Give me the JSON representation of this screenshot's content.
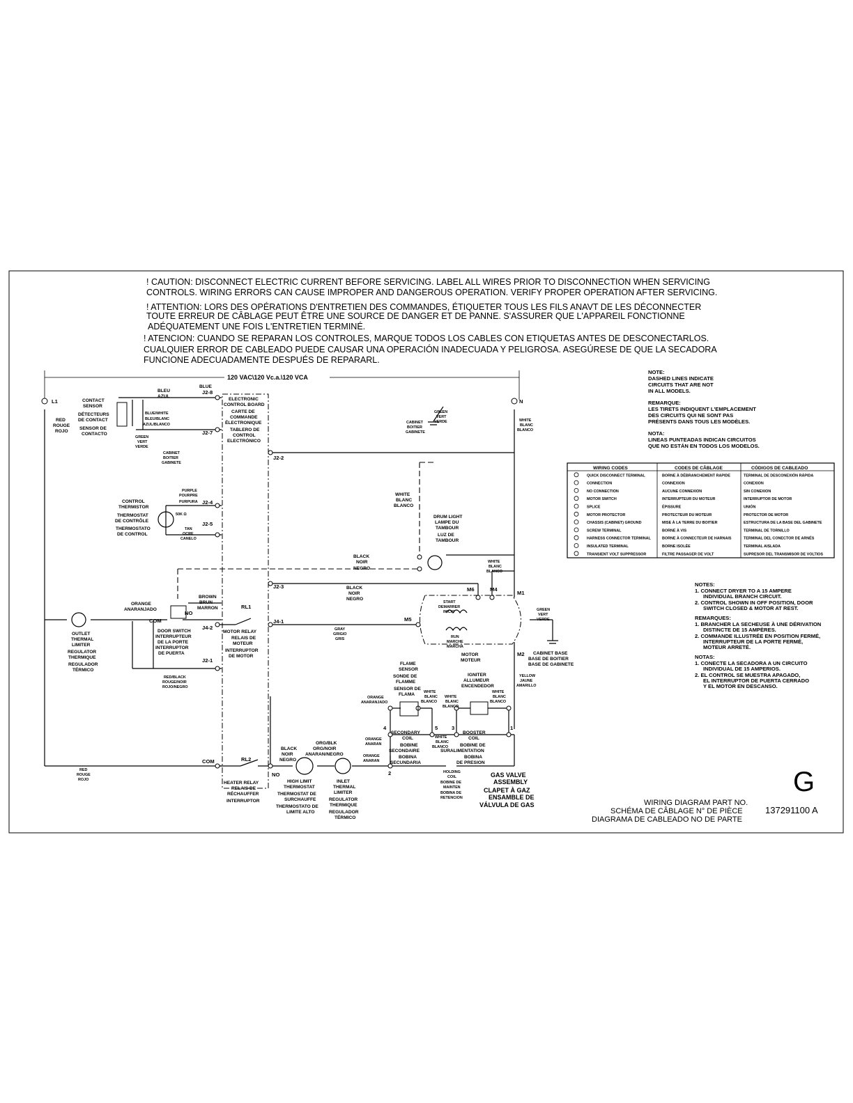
{
  "caution": {
    "en": [
      "! CAUTION: DISCONNECT ELECTRIC CURRENT BEFORE SERVICING. LABEL ALL WIRES PRIOR TO DISCONNECTION WHEN SERVICING",
      "CONTROLS. WIRING ERRORS CAN CAUSE IMPROPER AND DANGEROUS OPERATION. VERIFY PROPER OPERATION AFTER SERVICING."
    ],
    "fr": [
      "! ATTENTION: LORS DES OPÉRATIONS D'ENTRETIEN DES COMMANDES, ÉTIQUETER TOUS LES FILS ANAVT DE LES DÉCONNECTER",
      "TOUTE ERREUR DE CÂBLAGE PEUT ÊTRE UNE SOURCE DE DANGER ET DE PANNE. S'ASSURER QUE L'APPAREIL FONCTIONNE",
      "ADÉQUATEMENT UNE FOIS L'ENTRETIEN TERMINÉ."
    ],
    "es": [
      "! ATENCION: CUANDO SE REPARAN LOS CONTROLES, MARQUE TODOS LOS CABLES CON ETIQUETAS ANTES DE DESCONECTARLOS.",
      "CUALQUIER ERROR DE CABLEADO PUEDE CAUSAR UNA OPERACIÓN INADECUADA Y PELIGROSA. ASEGÚRESE DE QUE LA SECADORA",
      "FUNCIONE ADECUADAMENTE DESPUÉS DE REPARARL."
    ]
  },
  "voltage": "120 VAC\\120 Vc.a.\\120 VCA",
  "terminals": {
    "l1": "L1",
    "n": "N",
    "j2_8": "J2-8",
    "j2_7": "J2-7",
    "j2_2": "J2-2",
    "j2_4": "J2-4",
    "j2_5": "J2-5",
    "j2_3": "J2-3",
    "j4_2": "J4-2",
    "j4_1": "J4-1",
    "j2_1": "J2-1",
    "com1": "COM",
    "no1": "NO",
    "com2": "COM",
    "no2": "NO",
    "rl1": "RL1",
    "rl2": "RL2",
    "m1": "M1",
    "m2": "M2",
    "m4": "M4",
    "m5": "M5",
    "m6": "M6",
    "t1": "1",
    "t2": "2",
    "t3": "3",
    "t4": "4",
    "t5": "5"
  },
  "labels": {
    "red_l1": [
      "RED",
      "ROUGE",
      "ROJO"
    ],
    "contact_sensor": [
      "CONTACT",
      "SENSOR",
      "DÉTECTEURS",
      "DE CONTACT",
      "SENSOR DE",
      "CONTACTO"
    ],
    "bleu_azul": [
      "BLEU",
      "AZUL"
    ],
    "blue": "BLUE",
    "blue_white": [
      "BLUE/WHITE",
      "BLEU/BLANC",
      "AZUL/BLANCO"
    ],
    "green1": [
      "GREEN",
      "VERT",
      "VERDE"
    ],
    "cabinet1": [
      "CABINET",
      "BOITIER",
      "GABINETE"
    ],
    "ecb": [
      "ELECTRONIC",
      "CONTROL BOARD",
      "CARTE DE",
      "COMMANDE",
      "ÉLECTRONIQUE",
      "TABLERO DE",
      "CONTROL",
      "ELECTRÓNICO"
    ],
    "green2": [
      "GREEN",
      "VERT",
      "VERDE"
    ],
    "cabinet2": [
      "CABINET",
      "BOITIER",
      "GABINETE"
    ],
    "white_n": [
      "WHITE",
      "BLANC",
      "BLANCO"
    ],
    "purple": [
      "PURPLE",
      "POURPRE",
      "PURPURA"
    ],
    "thermistor": [
      "CONTROL",
      "THERMISTOR",
      "THERMOSTAT",
      "DE CONTRÔLE",
      "THERMOSTATO",
      "DE CONTROL"
    ],
    "ohm": "50K Ω",
    "tan": [
      "TAN",
      "OCRE",
      "CANELO"
    ],
    "white_drum": [
      "WHITE",
      "BLANC",
      "BLANCO"
    ],
    "drum_light": [
      "DRUM LIGHT",
      "LAMPE DU",
      "TAMBOUR",
      "LUZ DE",
      "TAMBOUR"
    ],
    "black_drum": [
      "BLACK",
      "NOIR",
      "NEGRO"
    ],
    "white_m4": [
      "WHITE",
      "BLANC",
      "BLANCO"
    ],
    "black_j23": [
      "BLACK",
      "NOIR",
      "NEGRO"
    ],
    "brown": [
      "BROWN",
      "BRUN",
      "MARRON"
    ],
    "orange1": [
      "ORANGE",
      "ANARANJADO"
    ],
    "door_switch": [
      "DOOR SWITCH",
      "INTERRUPTEUR",
      "DE LA PORTE",
      "INTERRUPTOR",
      "DE PUERTA"
    ],
    "outlet_limiter": [
      "OUTLET",
      "THERMAL",
      "LIMITER",
      "REGULATOR",
      "THERMIQUE",
      "REGULADOR",
      "TÉRMICO"
    ],
    "motor_relay": [
      "MOTOR RELAY",
      "RELAIS DE",
      "MOTEUR",
      "INTERRUPTOR",
      "DE MOTOR"
    ],
    "gray": [
      "GRAY",
      "GRIGIO",
      "GRIS"
    ],
    "start": [
      "START",
      "DEMARRER",
      "INICIO"
    ],
    "run": [
      "RUN",
      "MARCHE",
      "MARCHA"
    ],
    "motor": [
      "MOTOR",
      "MOTEUR"
    ],
    "green_motor": [
      "GREEN",
      "VERT",
      "VERDE"
    ],
    "cabinet_base": [
      "CABINET BASE",
      "BASE DE BOITIER",
      "BASE DE GABINETE"
    ],
    "red_black": [
      "RED/BLACK",
      "ROUGE/NOIR",
      "ROJO/NEGRO"
    ],
    "flame_sensor": [
      "FLAME",
      "SENSOR",
      "SONDE DE",
      "FLAMME",
      "SENSOR DE",
      "FLAMA"
    ],
    "igniter": [
      "IGNITER",
      "ALLUMEUR",
      "ENCENDEDOR"
    ],
    "orange_fs": [
      "ORANGE",
      "ANARANJADO"
    ],
    "white_fs": [
      "WHITE",
      "BLANC",
      "BLANCO"
    ],
    "white_ig": [
      "WHITE",
      "BLANC",
      "BLANCO"
    ],
    "white_ig2": [
      "WHITE",
      "BLANC",
      "BLANCO"
    ],
    "yellow": [
      "YELLOW",
      "JAUNE",
      "AMARILLO"
    ],
    "orange_sec": [
      "ORANGE",
      "ANARAN"
    ],
    "orange_hold": [
      "ORANGE",
      "ANARAN"
    ],
    "secondary": [
      "SECONDARY",
      "COIL",
      "BOBINE",
      "SECONDAIRE",
      "BOBINA",
      "SECUNDARIA"
    ],
    "white_booster": [
      "WHITE",
      "BLANC",
      "BLANCO"
    ],
    "booster": [
      "BOOSTER",
      "COIL",
      "BOBINE DE",
      "SURALIMENTATION",
      "BOBINA",
      "DE PRESION"
    ],
    "holding": [
      "HOLDING",
      "COIL",
      "BOBINE DE",
      "MAINTEN",
      "BOBINA DE",
      "RETENCION"
    ],
    "gas_valve": [
      "GAS VALVE",
      "ASSEMBLY",
      "CLAPET À GAZ",
      "ENSAMBLE DE",
      "VÁLVULA DE GAS"
    ],
    "red_bottom": [
      "RED",
      "ROUGE",
      "ROJO"
    ],
    "heater_relay": [
      "HEATER RELAY",
      "RELAIS DE",
      "RÉCHAUFFER",
      "INTERRUPTOR"
    ],
    "black_hr": [
      "BLACK",
      "NOIR",
      "NEGRO"
    ],
    "org_blk": [
      "ORG/BLK",
      "ORG/NOIR",
      "ANARAN/NEGRO"
    ],
    "high_limit": [
      "HIGH LIMIT",
      "THERMOSTAT",
      "THERMOSTAT DE",
      "SURCHAUFFE",
      "THERMOSTATO DE",
      "LIMITE ALTO"
    ],
    "inlet_limiter": [
      "INLET",
      "THERMAL",
      "LIMITER",
      "REGULATOR",
      "THERMIQUE",
      "REGULADOR",
      "TÉRMICO"
    ]
  },
  "dashed_note": {
    "en": [
      "NOTE:",
      "DASHED LINES INDICATE",
      "CIRCUITS THAT ARE NOT",
      "IN ALL MODELS."
    ],
    "fr": [
      "REMARQUE:",
      "LES TIRETS INDIQUENT L'EMPLACEMENT",
      "DES CIRCUITS QUI NE SONT PAS",
      "PRÉSENTS DANS TOUS LES MODÈLES."
    ],
    "es": [
      "NOTA:",
      "LINEAS PUNTEADAS INDICAN CIRCUITOS",
      "QUE NO ESTÁN EN TODOS LOS MODELOS."
    ]
  },
  "wiring_codes": {
    "headers": [
      "WIRING CODES",
      "CODES DE CÂBLAGE",
      "CÓDIGOS DE CABLEADO"
    ],
    "rows": [
      [
        "QUICK DISCONNECT TERMINAL",
        "BORNE À DÉBRANCHEMENT RAPIDE",
        "TERMINAL DE DESCONEXIÓN RÁPIDA"
      ],
      [
        "CONNECTION",
        "CONNEXION",
        "CONEXION"
      ],
      [
        "NO CONNECTION",
        "AUCUNE CONNEXION",
        "SIN CONEXION"
      ],
      [
        "MOTOR SWITCH",
        "INTERRUPTEUR DU MOTEUR",
        "INTERRUPTOR DE MOTOR"
      ],
      [
        "SPLICE",
        "ÉPISSURE",
        "UNIÓN"
      ],
      [
        "MOTOR PROTECTOR",
        "PROTECTEUR DU MOTEUR",
        "PROTECTOR DE MOTOR"
      ],
      [
        "CHASSIS (CABINET) GROUND",
        "MISE À LA TERRE DU BOITIER",
        "ESTRUCTURA DE LA BASE DEL GABINETE"
      ],
      [
        "SCREW TERMINAL",
        "BORNE À VIS",
        "TERMINAL DE TORNILLO"
      ],
      [
        "HARNESS CONNECTOR TERMINAL",
        "BORNE À CONNECTEUR DE HARNAIS",
        "TERMINAL DEL CONECTOR DE ARNÉS"
      ],
      [
        "INSULATED TERMINAL",
        "BORNE ISOLÉE",
        "TERMINAL AISLADA"
      ],
      [
        "TRANSIENT VOLT SUPPRESSOR",
        "FILTRE PASSAGER DE VOLT",
        "SUPRESOR DEL TRANSMISOR DE VOLTIOS"
      ]
    ],
    "icons": [
      "quick-disconnect-icon",
      "connection-icon",
      "no-connection-icon",
      "motor-switch-icon",
      "splice-icon",
      "motor-protector-icon",
      "chassis-ground-icon",
      "screw-terminal-icon",
      "harness-connector-icon",
      "insulated-terminal-icon",
      "transient-volt-suppressor-icon"
    ]
  },
  "notes": {
    "en": [
      "NOTES:",
      "1. CONNECT DRYER TO A 15 AMPERE",
      "INDIVIDUAL BRANCH CIRCUIT.",
      "2. CONTROL SHOWN IN OFF POSITION, DOOR",
      "SWITCH CLOSED & MOTOR AT REST."
    ],
    "fr": [
      "REMARQUES:",
      "1. BRANCHER LA SECHEUSE À UNE DÉRIVATION",
      "DISTINCTE DE 15 AMPÈRES.",
      "2. COMMANDE ILLUSTRÉE EN POSITION FERMÉ,",
      "INTERRUPTEUR DE LA PORTE FERMÉ,",
      "MOTEUR ARRETÉ."
    ],
    "es": [
      "NOTAS:",
      "1. CONECTE LA SECADORA A UN CIRCUITO",
      "INDIVIDUAL DE 15 AMPERIOS.",
      "2. EL CONTROL SE MUESTRA APAGADO,",
      "EL INTERRUPTOR DE PUERTA CERRADO",
      "Y EL MOTOR EN DESCANSO."
    ]
  },
  "footer": {
    "letter": "G",
    "part_lines": [
      "WIRING DIAGRAM PART NO.",
      "SCHÉMA DE CÂBLAGE N° DE PIÈCE",
      "DIAGRAMA DE CABLEADO NO DE PARTE"
    ],
    "part_no": "137291100 A"
  }
}
